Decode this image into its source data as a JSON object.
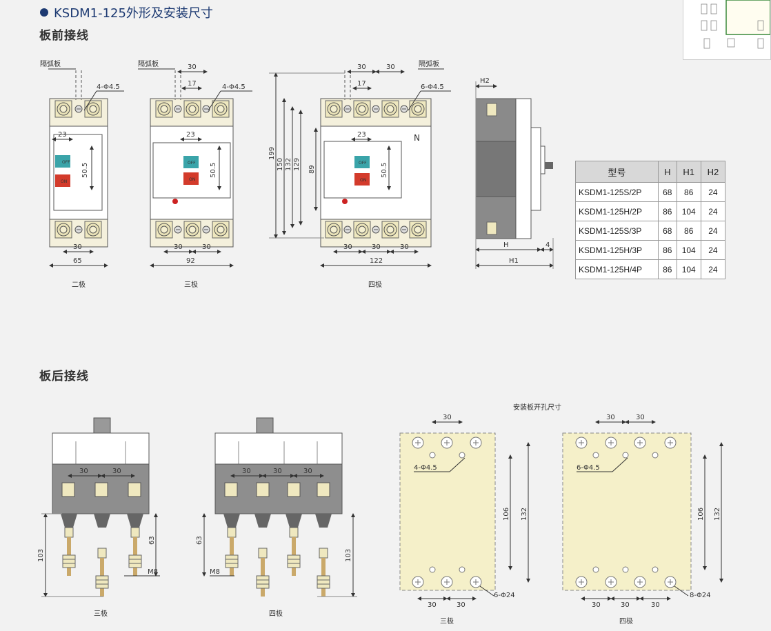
{
  "header": {
    "title": "KSDM1-125外形及安装尺寸"
  },
  "sections": {
    "front": "板前接线",
    "rear": "板后接线"
  },
  "labels": {
    "arc_plate": "隔弧板",
    "two_pole": "二极",
    "three_pole": "三极",
    "four_pole": "四极",
    "panel_cutout": "安装板开孔尺寸",
    "off": "OFF",
    "on": "ON",
    "n_mark": "N"
  },
  "dims": {
    "d30": "30",
    "d17": "17",
    "d23": "23",
    "d50_5": "50.5",
    "d65": "65",
    "d92": "92",
    "d122": "122",
    "d199": "199",
    "d150": "150",
    "d132": "132",
    "d129": "129",
    "d89": "89",
    "d106": "106",
    "d103": "103",
    "d63": "63",
    "m8": "M8",
    "hole4": "4-Φ4.5",
    "hole6": "6-Φ4.5",
    "hole6_24": "6-Φ24",
    "hole8_24": "8-Φ24",
    "h": "H",
    "h1": "H1",
    "h2": "H2",
    "d4": "4"
  },
  "table": {
    "headers": [
      "型号",
      "H",
      "H1",
      "H2"
    ],
    "rows": [
      [
        "KSDM1-125S/2P",
        "68",
        "86",
        "24"
      ],
      [
        "KSDM1-125H/2P",
        "86",
        "104",
        "24"
      ],
      [
        "KSDM1-125S/3P",
        "68",
        "86",
        "24"
      ],
      [
        "KSDM1-125H/3P",
        "86",
        "104",
        "24"
      ],
      [
        "KSDM1-125H/4P",
        "86",
        "104",
        "24"
      ]
    ]
  }
}
